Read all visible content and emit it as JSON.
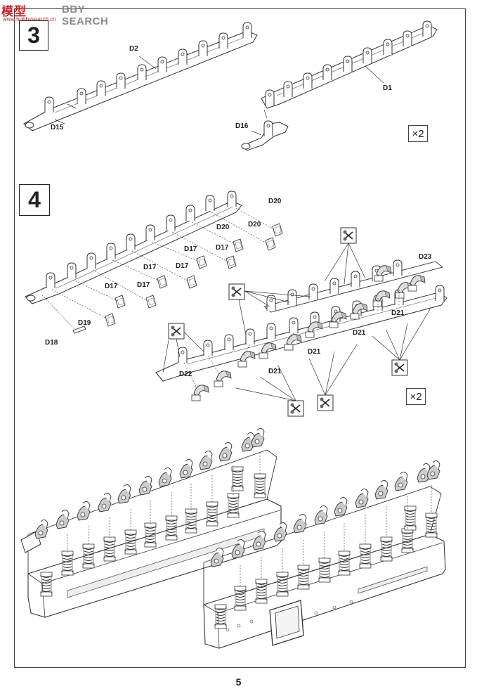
{
  "watermark": {
    "logo": "模型",
    "text": "BBY SEARCH",
    "url": "www.hobbysearch.cn"
  },
  "steps": [
    {
      "number": "3",
      "quantity": "×2",
      "parts": [
        "D2",
        "D1",
        "D15",
        "D16"
      ]
    },
    {
      "number": "4",
      "quantity": "×2",
      "parts": [
        "D20",
        "D20",
        "D20",
        "D17",
        "D17",
        "D17",
        "D17",
        "D17",
        "D17",
        "D23",
        "D19",
        "D18",
        "D21",
        "D21",
        "D21",
        "D21",
        "D22"
      ]
    }
  ],
  "page_number": "5",
  "icons": [
    "cut-mark-icon"
  ]
}
